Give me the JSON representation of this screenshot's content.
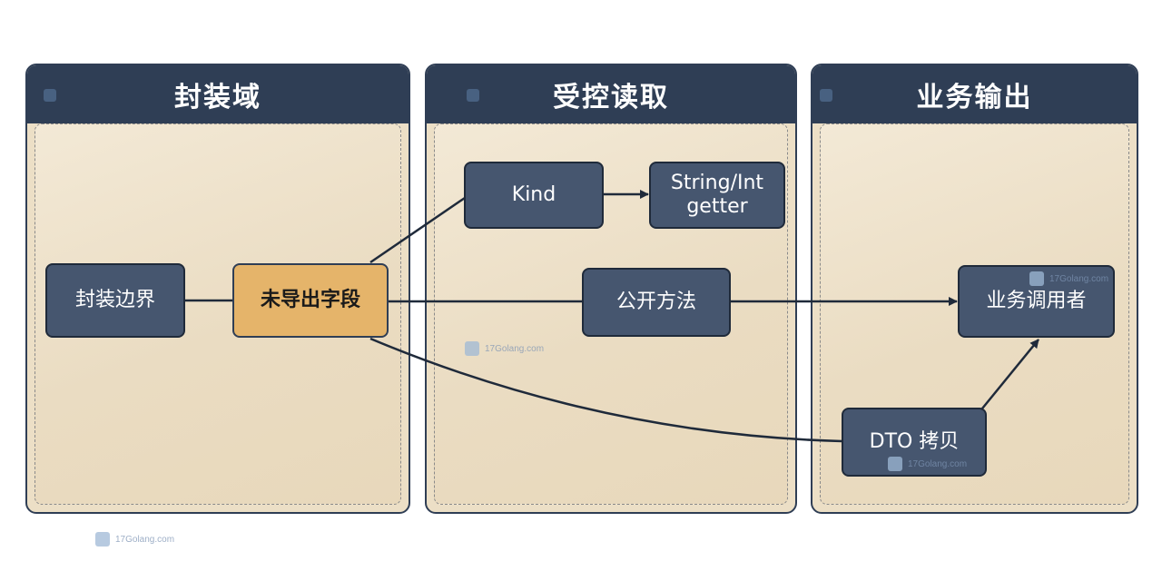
{
  "panels": [
    {
      "title": "封装域"
    },
    {
      "title": "受控读取"
    },
    {
      "title": "业务输出"
    }
  ],
  "nodes": {
    "boundary": "封装边界",
    "unexported_fields": "未导出字段",
    "kind": "Kind",
    "getter": "String/Int\ngetter",
    "public_methods": "公开方法",
    "dto_copy": "DTO 拷贝",
    "business_caller": "业务调用者"
  },
  "watermark": "17Golang.com",
  "colors": {
    "header": "#2f3e55",
    "node": "#46566f",
    "highlight": "#e5b46a",
    "panel_bg": "#ecdfc6"
  }
}
